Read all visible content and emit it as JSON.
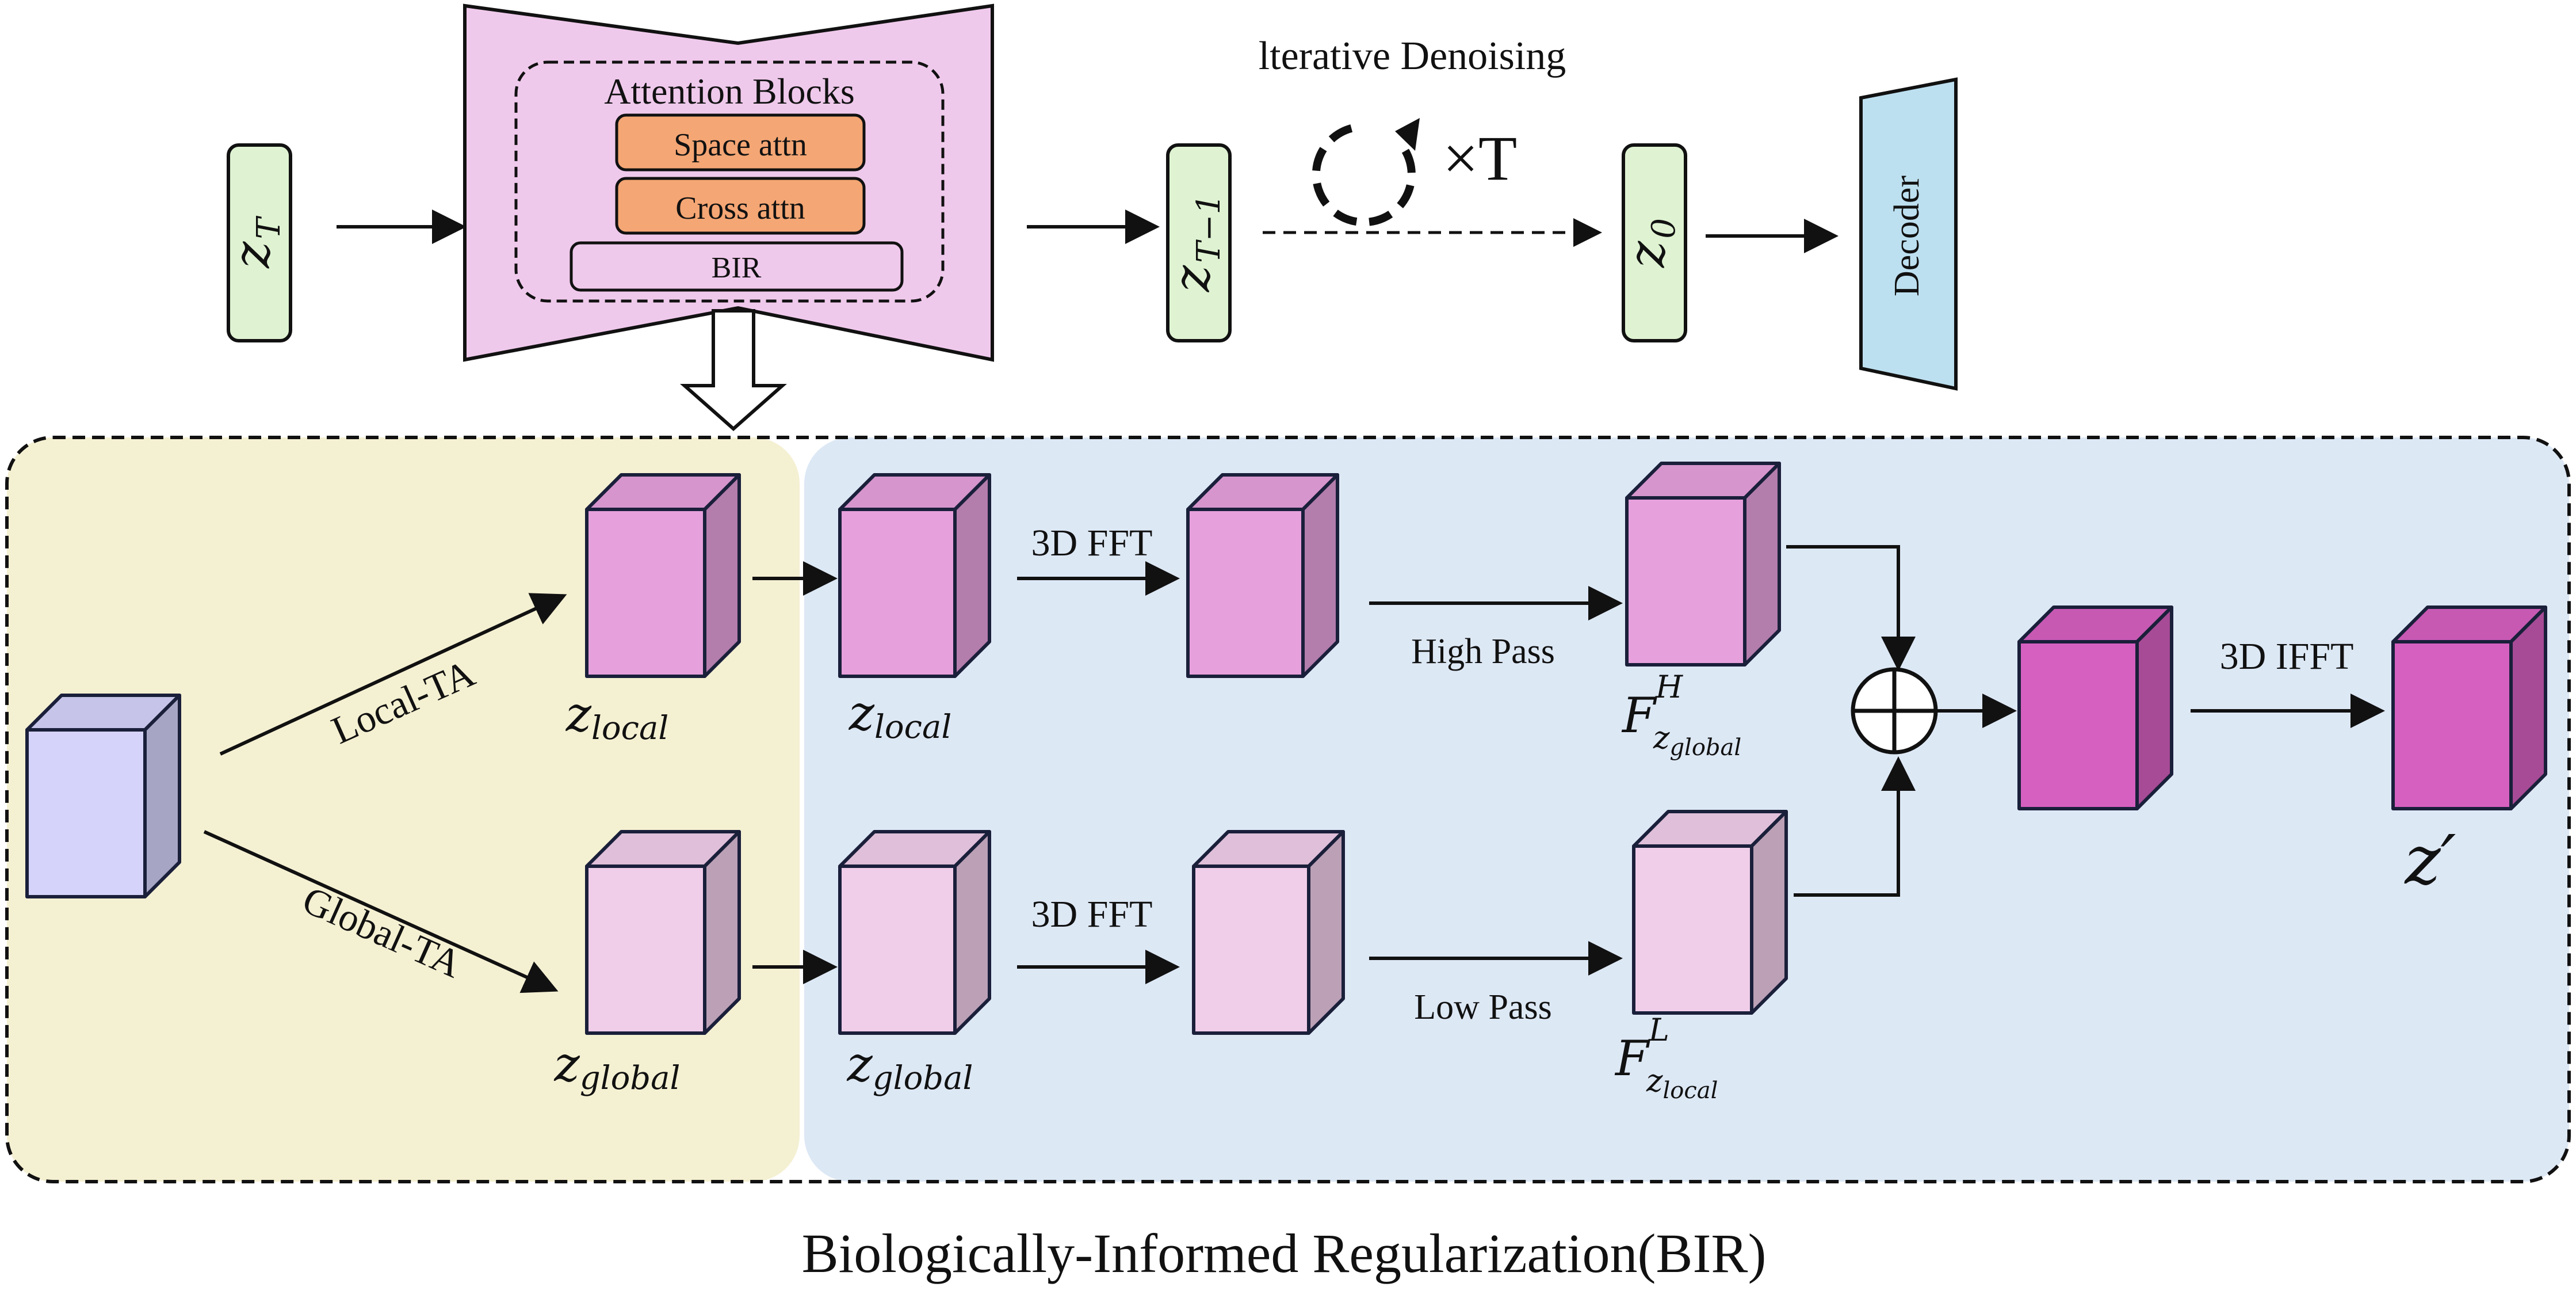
{
  "colors": {
    "unet_fill": "#efc9ec",
    "attn_fill": "#f4a674",
    "latent_fill": "#dff3d2",
    "latent_stroke": "#7ab06a",
    "decoder_fill": "#bde0f0",
    "local_panel": "#f4f0d2",
    "bir_panel": "#dde8f5",
    "cube_input": "#d6d3fb",
    "cube_mid": "#e6a0dc",
    "cube_light": "#f0cde9",
    "cube_dark": "#d660c0"
  },
  "top": {
    "zT_sub": "T",
    "unet": {
      "title": "Attention Blocks",
      "space_attn": "Space attn",
      "cross_attn": "Cross attn",
      "bir": "BIR"
    },
    "zT1_sub": "T−1",
    "iterative_label": "lterative Denoising",
    "times_label": "×T",
    "z0_sub": "0",
    "decoder_label": "Decoder"
  },
  "bir": {
    "local_ta": "Local-TA",
    "global_ta": "Global-TA",
    "z_local_sub": "local",
    "z_global_sub": "global",
    "fft_label": "3D FFT",
    "high_pass": "High Pass",
    "low_pass": "Low Pass",
    "fh_sup": "H",
    "fh_sub": "global",
    "fl_sup": "L",
    "fl_sub": "local",
    "ifft_label": "3D IFFT",
    "output_label": "z′",
    "plus_symbol": "+"
  },
  "caption": "Biologically-Informed Regularization(BIR)"
}
